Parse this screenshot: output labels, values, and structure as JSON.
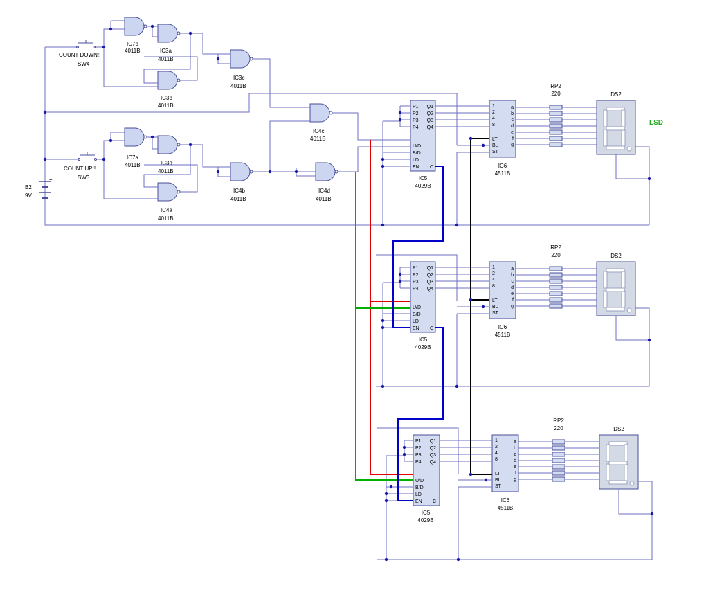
{
  "labels": {
    "lsd": "LSD",
    "count_down": "COUNT DOWN!!",
    "sw4": "SW4",
    "count_up": "COUNT UP!!",
    "sw3": "SW3",
    "battery": "B2",
    "battery_v": "9V",
    "plus": "+"
  },
  "gates": {
    "ic7b": "IC7b",
    "ic3a": "IC3a",
    "ic3b": "IC3b",
    "ic3c": "IC3c",
    "ic4c": "IC4c",
    "ic7a": "IC7a",
    "ic3d": "IC3d",
    "ic4a": "IC4a",
    "ic4b": "IC4b",
    "ic4d": "IC4d",
    "part": "4011B"
  },
  "counter": {
    "name": "IC5",
    "part": "4029B",
    "left_pins": [
      "P1",
      "P2",
      "P3",
      "P4",
      "U/D",
      "B/D",
      "LD",
      "EN"
    ],
    "right_pins": [
      "Q1",
      "Q2",
      "Q3",
      "Q4",
      "C"
    ]
  },
  "decoder": {
    "name": "IC6",
    "part": "4511B",
    "left_pins": [
      "1",
      "2",
      "4",
      "8",
      "LT",
      "BL",
      "ST"
    ],
    "right_pins": [
      "a",
      "b",
      "c",
      "d",
      "e",
      "f",
      "g"
    ]
  },
  "resistor": {
    "name": "RP2",
    "value": "220"
  },
  "display": {
    "name": "DS2"
  }
}
